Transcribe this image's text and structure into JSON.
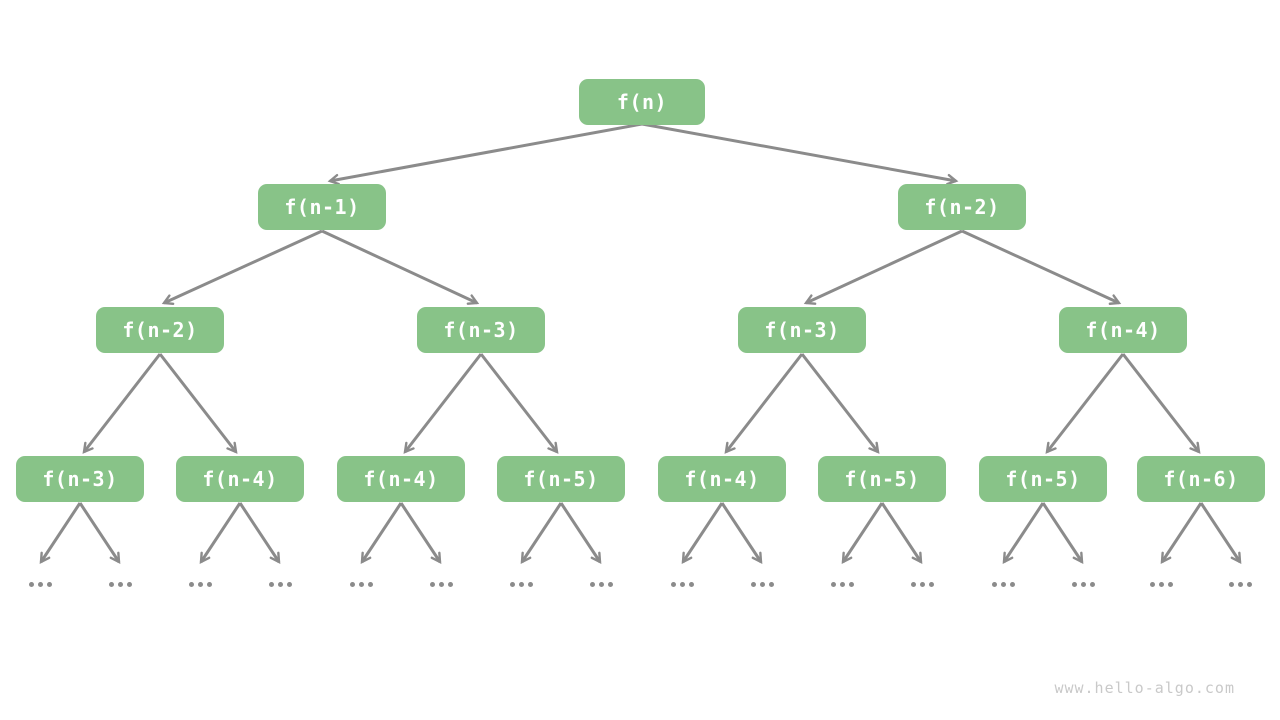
{
  "diagram": {
    "description": "Recursion tree of f(n) expanding into f(n-1) and f(n-2) subproblems",
    "ellipsis": "...",
    "colors": {
      "node_fill": "#88C388",
      "node_text": "#ffffff",
      "edge": "#8B8B8B",
      "ellipsis_dot": "#8B8B8B",
      "watermark": "#C9C9C9"
    },
    "nodes": [
      {
        "id": "n0",
        "label": "f(n)",
        "level": 0,
        "children": [
          "n1",
          "n2"
        ]
      },
      {
        "id": "n1",
        "label": "f(n-1)",
        "level": 1,
        "children": [
          "n3",
          "n4"
        ]
      },
      {
        "id": "n2",
        "label": "f(n-2)",
        "level": 1,
        "children": [
          "n5",
          "n6"
        ]
      },
      {
        "id": "n3",
        "label": "f(n-2)",
        "level": 2,
        "children": [
          "n7",
          "n8"
        ]
      },
      {
        "id": "n4",
        "label": "f(n-3)",
        "level": 2,
        "children": [
          "n9",
          "n10"
        ]
      },
      {
        "id": "n5",
        "label": "f(n-3)",
        "level": 2,
        "children": [
          "n11",
          "n12"
        ]
      },
      {
        "id": "n6",
        "label": "f(n-4)",
        "level": 2,
        "children": [
          "n13",
          "n14"
        ]
      },
      {
        "id": "n7",
        "label": "f(n-3)",
        "level": 3,
        "children": [
          "...",
          "..."
        ]
      },
      {
        "id": "n8",
        "label": "f(n-4)",
        "level": 3,
        "children": [
          "...",
          "..."
        ]
      },
      {
        "id": "n9",
        "label": "f(n-4)",
        "level": 3,
        "children": [
          "...",
          "..."
        ]
      },
      {
        "id": "n10",
        "label": "f(n-5)",
        "level": 3,
        "children": [
          "...",
          "..."
        ]
      },
      {
        "id": "n11",
        "label": "f(n-4)",
        "level": 3,
        "children": [
          "...",
          "..."
        ]
      },
      {
        "id": "n12",
        "label": "f(n-5)",
        "level": 3,
        "children": [
          "...",
          "..."
        ]
      },
      {
        "id": "n13",
        "label": "f(n-5)",
        "level": 3,
        "children": [
          "...",
          "..."
        ]
      },
      {
        "id": "n14",
        "label": "f(n-6)",
        "level": 3,
        "children": [
          "...",
          "..."
        ]
      }
    ]
  },
  "footer": {
    "watermark": "www.hello-algo.com"
  }
}
